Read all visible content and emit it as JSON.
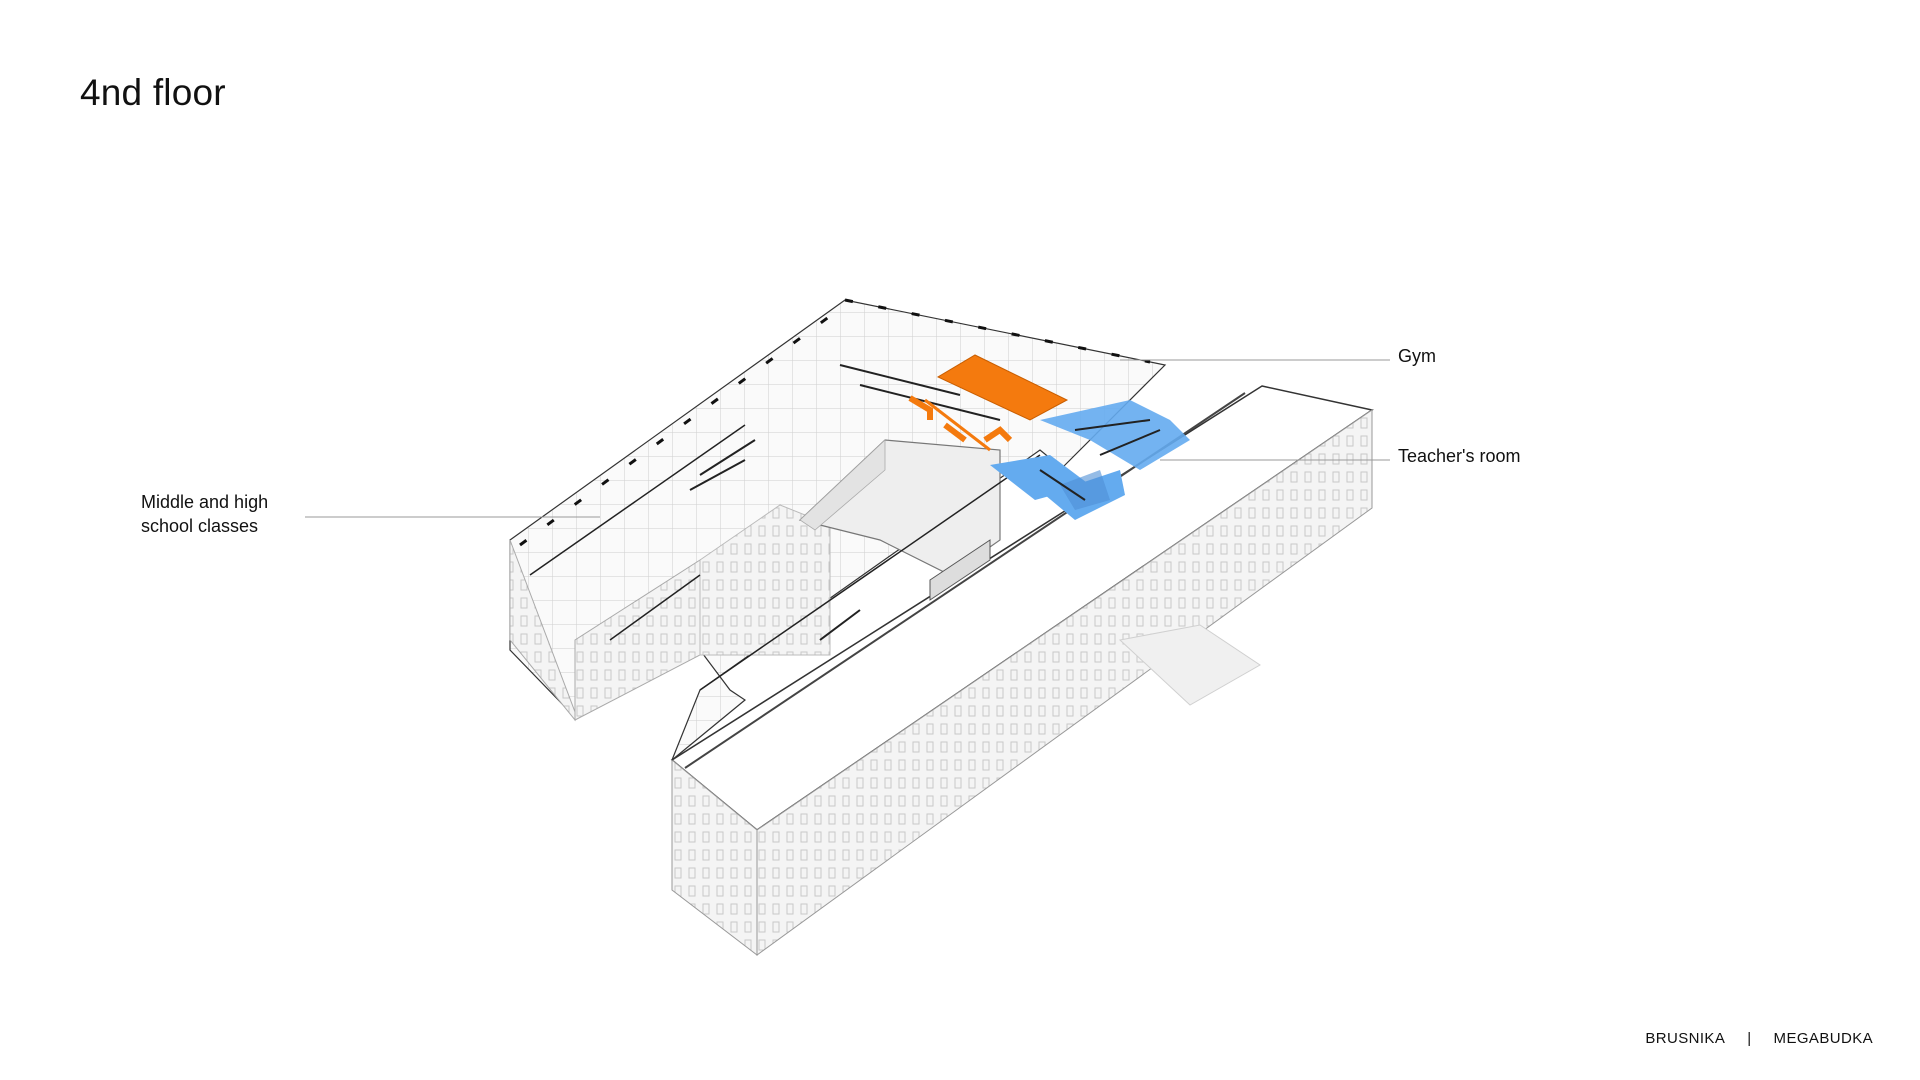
{
  "title": "4nd floor",
  "labels": {
    "gym": "Gym",
    "teachers_room": "Teacher's room",
    "classes_line1": "Middle and high",
    "classes_line2": "school classes"
  },
  "footer": {
    "left": "BRUSNIKA",
    "separator": "|",
    "right": "MEGABUDKA"
  },
  "colors": {
    "gym": "#f47a0e",
    "teachers_room": "#64abef",
    "building": "#f2f2f2",
    "line": "#222222"
  }
}
